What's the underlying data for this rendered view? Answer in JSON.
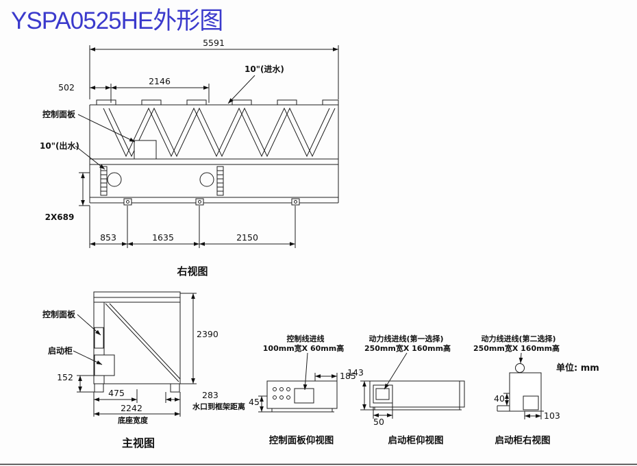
{
  "title": "YSPA0525HE外形图",
  "unit_note": "单位: mm",
  "colors": {
    "title": "#3b3acc",
    "line": "#1b1b1b"
  },
  "right_view": {
    "label": "右视图",
    "dim_total": "5591",
    "dim_502": "502",
    "dim_2146": "2146",
    "inlet_label": "10\"(进水)",
    "control_panel_label": "控制面板",
    "outlet_label": "10\"(出水)",
    "dim_2x689": "2X689",
    "dim_853": "853",
    "dim_1635": "1635",
    "dim_2150": "2150"
  },
  "front_view": {
    "label": "主视图",
    "control_panel_label": "控制面板",
    "starter_label": "启动柜",
    "dim_2390": "2390",
    "dim_152": "152",
    "dim_475": "475",
    "dim_283": "283",
    "dim_2242": "2242",
    "base_width_note": "底座宽度",
    "port_note": "水口到框架距离"
  },
  "panel_bottom_view": {
    "label": "控制面板仰视图",
    "entry_line1": "控制线进线",
    "entry_line2": "100mm宽X 60mm高",
    "dim_185": "185",
    "dim_45": "45"
  },
  "starter_bottom_view": {
    "label": "启动柜仰视图",
    "entry_line1": "动力线进线(第一选择)",
    "entry_line2": "250mm宽X 160mm高",
    "dim_143": "143",
    "dim_50": "50"
  },
  "starter_right_view": {
    "label": "启动柜右视图",
    "entry_line1": "动力线进线(第二选择)",
    "entry_line2": "250mm宽X 160mm高",
    "dim_40": "40",
    "dim_103": "103"
  }
}
